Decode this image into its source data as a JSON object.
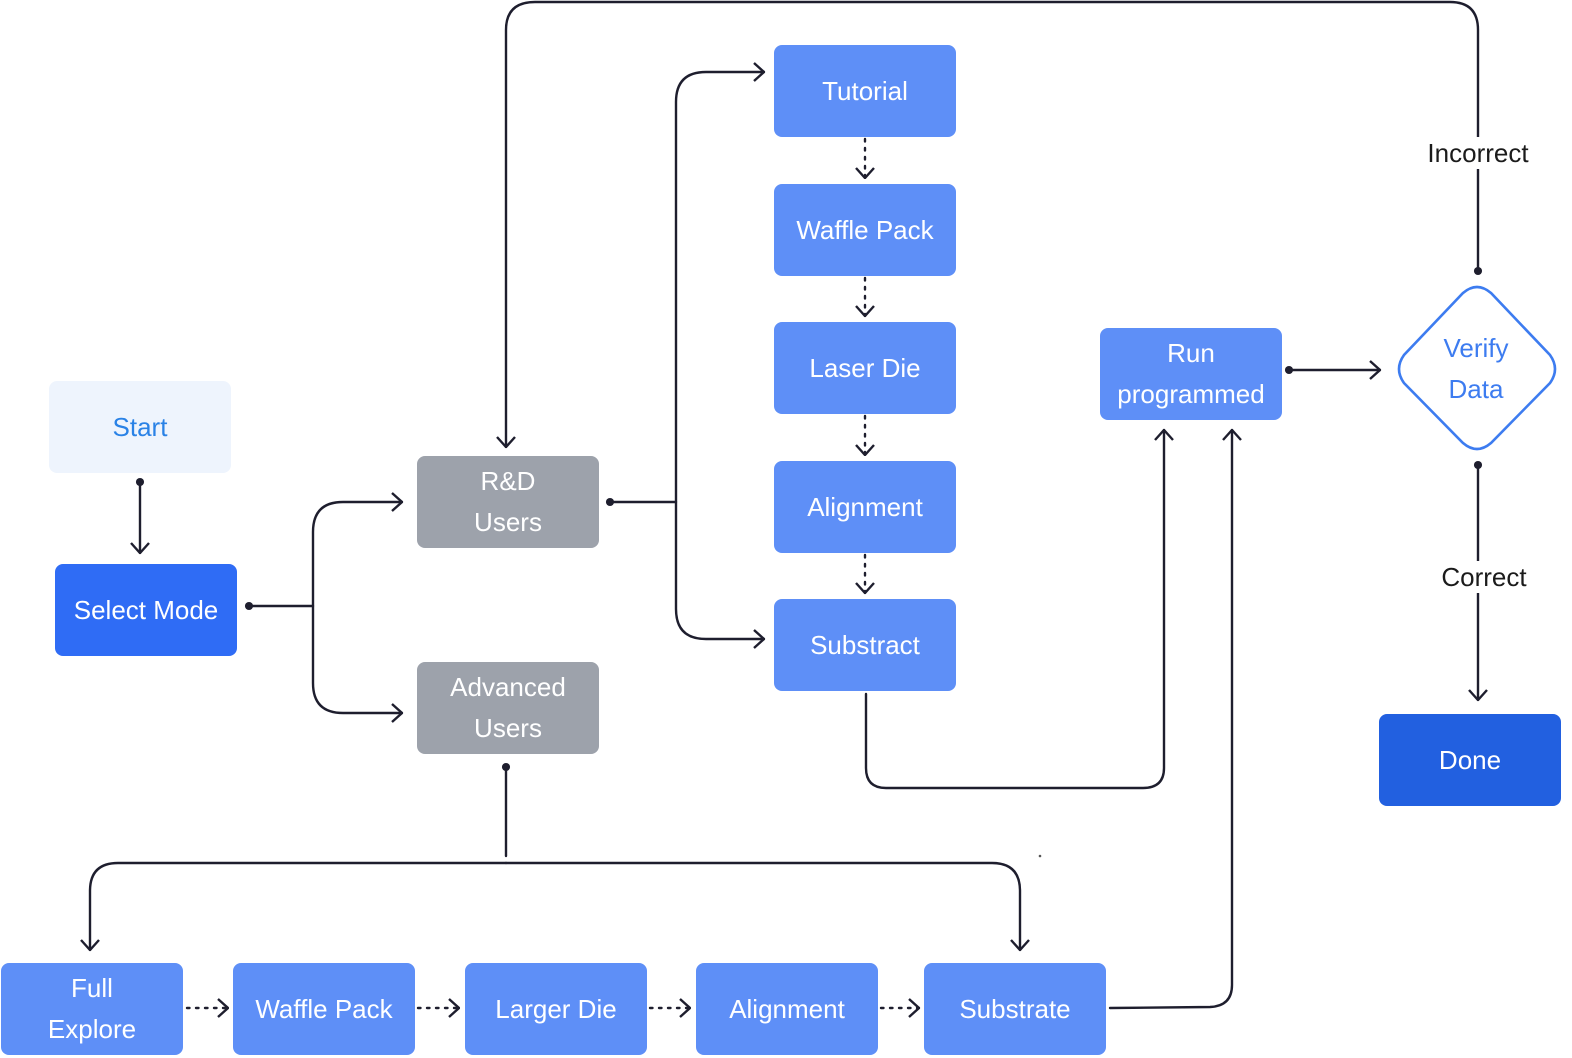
{
  "nodes": {
    "start": "Start",
    "select_mode": "Select Mode",
    "rd_users": "R&D\nUsers",
    "advanced_users": "Advanced\nUsers",
    "tutorial": "Tutorial",
    "waffle_pack_top": "Waffle Pack",
    "laser_die": "Laser Die",
    "alignment_top": "Alignment",
    "substract": "Substract",
    "run_programmed": "Run\nprogrammed",
    "verify_data": "Verify\nData",
    "done": "Done",
    "full_explore": "Full\nExplore",
    "waffle_pack_bottom": "Waffle Pack",
    "larger_die": "Larger Die",
    "alignment_bottom": "Alignment",
    "substrate": "Substrate"
  },
  "edge_labels": {
    "incorrect": "Incorrect",
    "correct": "Correct"
  },
  "colors": {
    "node_blue": "#5e8ff7",
    "node_gray": "#9da2ab",
    "select_mode": "#2f6cf5",
    "done": "#2260e0",
    "start_bg": "#eef4fd",
    "start_text": "#2a82e6",
    "diamond": "#3d7cf0",
    "connector": "#1e1e2e"
  }
}
